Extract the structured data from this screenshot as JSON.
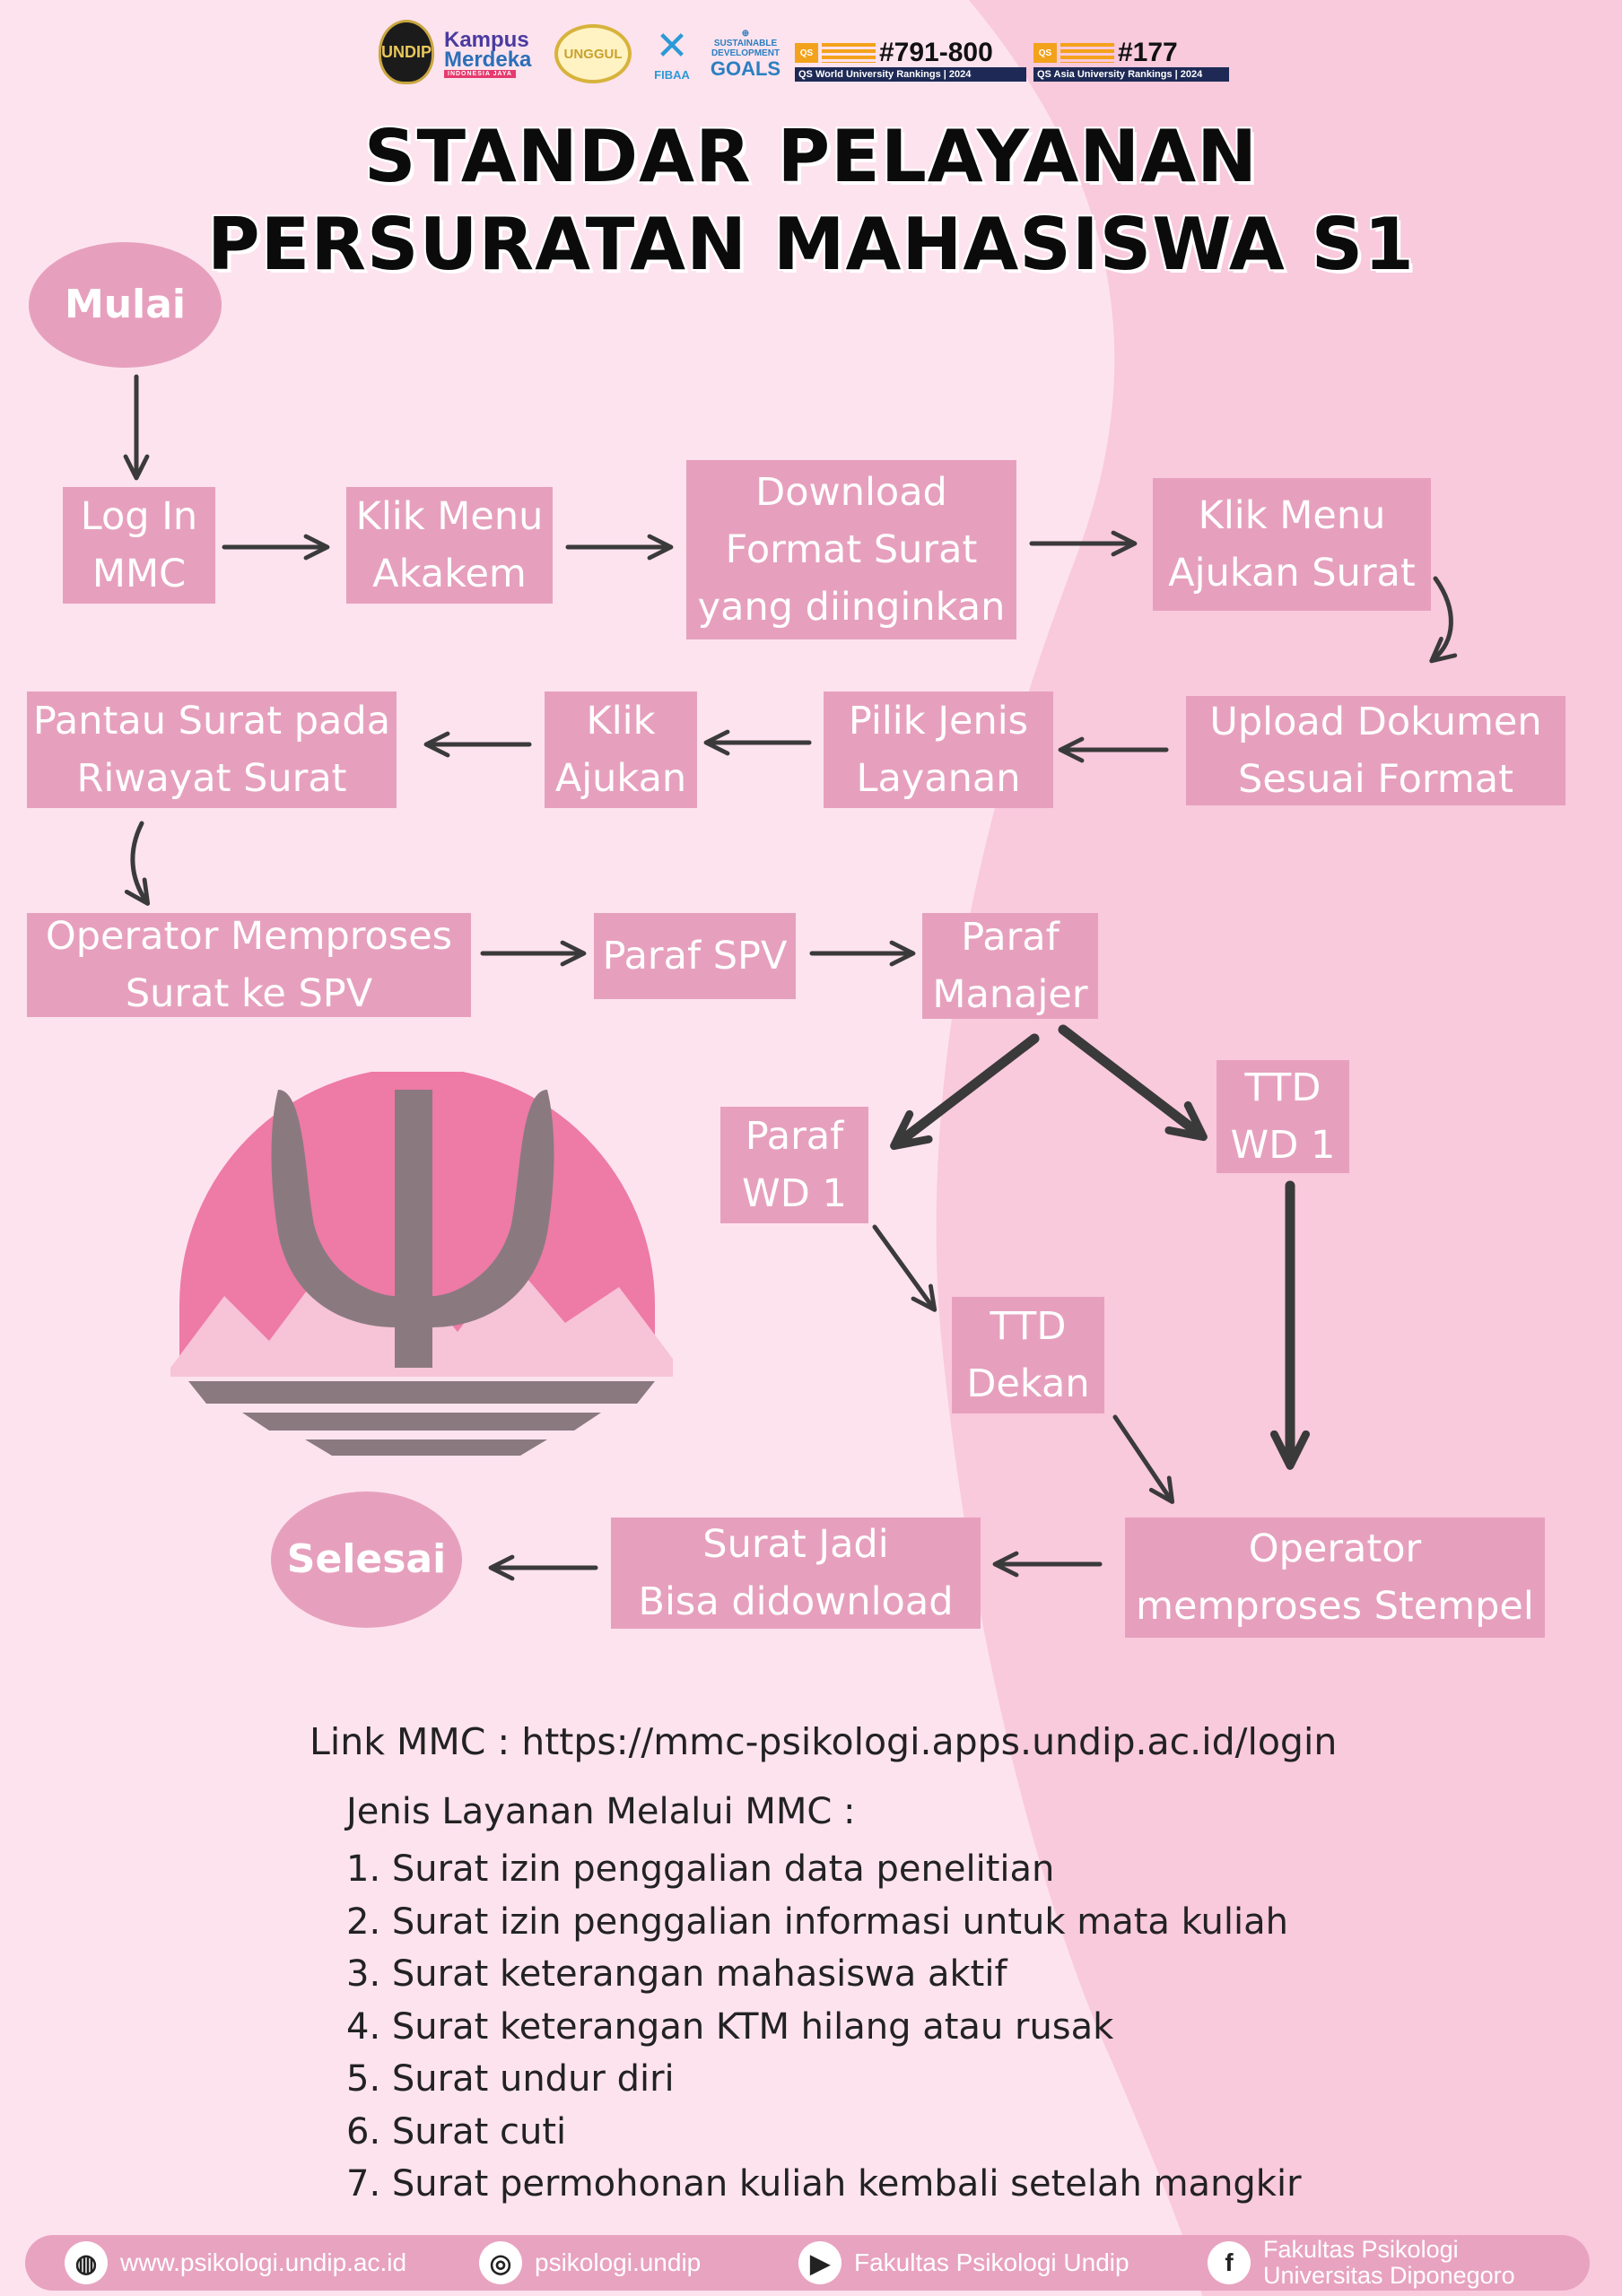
{
  "header": {
    "logos": {
      "seal": "UNDIP",
      "kampus_merdeka": [
        "Kampus",
        "Merdeka",
        "INDONESIA JAYA"
      ],
      "unggul": "UNGGUL",
      "fibaa": "FIBAA",
      "sdg": [
        "SUSTAINABLE",
        "DEVELOPMENT",
        "GOALS"
      ],
      "qs_world": {
        "rank": "#791-800",
        "caption": "QS World University Rankings | 2024"
      },
      "qs_asia": {
        "rank": "#177",
        "caption": "QS Asia University Rankings | 2024"
      }
    },
    "title_line1": "STANDAR PELAYANAN",
    "title_line2": "PERSURATAN MAHASISWA S1"
  },
  "flow": {
    "mulai": "Mulai",
    "login": "Log In\nMMC",
    "klik_akakem": "Klik Menu\nAkakem",
    "download": "Download\nFormat Surat\nyang diinginkan",
    "klik_ajukan_surat": "Klik Menu\nAjukan Surat",
    "upload": "Upload Dokumen\nSesuai Format",
    "pilih_jenis": "Pilik Jenis\nLayanan",
    "klik_ajukan": "Klik\nAjukan",
    "pantau": "Pantau Surat pada\nRiwayat Surat",
    "operator_spv": "Operator Memproses\nSurat ke SPV",
    "paraf_spv": "Paraf SPV",
    "paraf_manajer": "Paraf\nManajer",
    "paraf_wd1": "Paraf\nWD 1",
    "ttd_wd1": "TTD\nWD 1",
    "ttd_dekan": "TTD\nDekan",
    "operator_stempel": "Operator\nmemproses Stempel",
    "surat_jadi": "Surat Jadi\nBisa didownload",
    "selesai": "Selesai"
  },
  "info": {
    "link_mmc": "Link MMC : https://mmc-psikologi.apps.undip.ac.id/login",
    "jenis_heading": "Jenis Layanan Melalui MMC :",
    "jenis_list": [
      "1. Surat izin penggalian data penelitian",
      "2. Surat izin penggalian informasi untuk mata kuliah",
      "3. Surat keterangan mahasiswa aktif",
      "4. Surat keterangan KTM hilang atau rusak",
      "5. Surat undur diri",
      "6. Surat cuti",
      "7. Surat permohonan kuliah kembali setelah mangkir"
    ]
  },
  "footer": {
    "website": "www.psikologi.undip.ac.id",
    "instagram": "psikologi.undip",
    "youtube": "Fakultas Psikologi Undip",
    "facebook_line1": "Fakultas Psikologi",
    "facebook_line2": "Universitas Diponegoro"
  },
  "colors": {
    "background": "#fde3ee",
    "curve": "#f9c9dc",
    "box_fill": "#e6a0bd",
    "box_text": "#ffffff",
    "arrow": "#3a3a3a",
    "logo_pink": "#ee7aa6",
    "logo_gray": "#8a7a80"
  }
}
